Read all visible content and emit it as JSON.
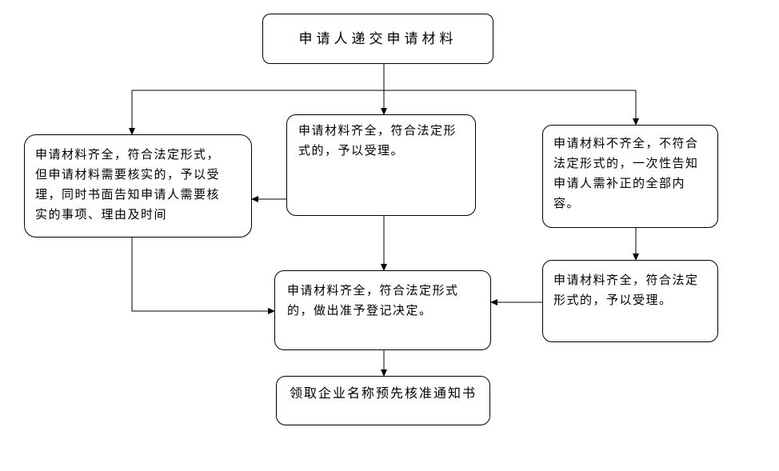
{
  "diagram": {
    "type": "flowchart",
    "background_color": "#ffffff",
    "line_color": "#000000",
    "nodes": {
      "start": {
        "label": "申请人递交申请材料"
      },
      "verify": {
        "label": "申请材料齐全，符合法定形式，\n但申请材料需要核实的，予以受\n理，同时书面告知申请人需要核\n实的事项、理由及时间"
      },
      "accept": {
        "label": "申请材料齐全，符合法定形\n式的，予以受理。"
      },
      "incomplete": {
        "label": "申请材料不齐全，不符合\n法定形式的，一次性告知\n申请人需补正的全部内\n容。"
      },
      "accept2": {
        "label": "申请材料齐全，符合法定\n形式的，予以受理。"
      },
      "decision": {
        "label": "申请材料齐全，符合法定形式\n的，做出准予登记决定。"
      },
      "end": {
        "label": "领取企业名称预先核准通知书"
      }
    },
    "edges": [
      {
        "from": "start",
        "to": "accept"
      },
      {
        "from": "start",
        "to": "verify"
      },
      {
        "from": "start",
        "to": "incomplete"
      },
      {
        "from": "accept",
        "to": "verify"
      },
      {
        "from": "accept",
        "to": "decision"
      },
      {
        "from": "verify",
        "to": "decision"
      },
      {
        "from": "incomplete",
        "to": "accept2"
      },
      {
        "from": "accept2",
        "to": "decision"
      },
      {
        "from": "decision",
        "to": "end"
      }
    ]
  }
}
